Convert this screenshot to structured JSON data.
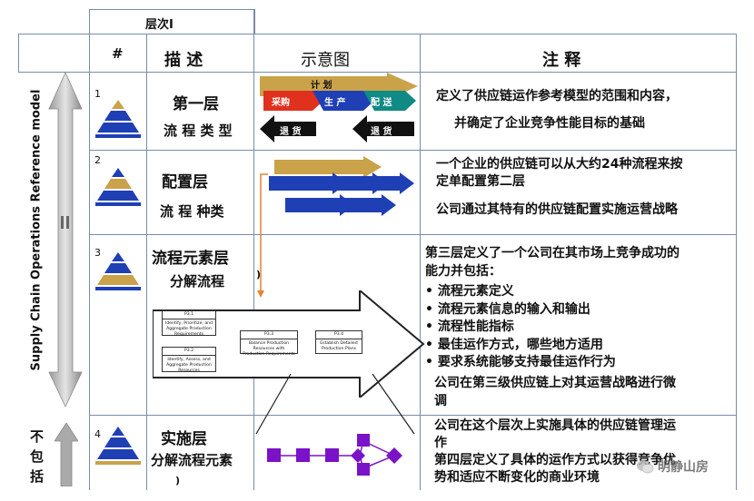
{
  "header": {
    "level_tab": "层次I",
    "col_num": "#",
    "col_desc": "描 述",
    "col_diagram": "示意图",
    "col_note": "注 释"
  },
  "side": {
    "scor_label": "Supply Chain Operations Reference model",
    "not_included": [
      "不",
      "包",
      "括"
    ]
  },
  "rows": [
    {
      "num": "1",
      "title": "第一层",
      "subtitle": "流 程 类 型",
      "notes": [
        "定义了供应链运作参考模型的范围和内容，",
        "并确定了企业竞争性能目标的基础"
      ]
    },
    {
      "num": "2",
      "title": "配置层",
      "subtitle": "流 程 种类",
      "notes": [
        "一个企业的供应链可以从大约24种流程来按",
        "定单配置第二层",
        "公司通过其特有的供应链配置实施运营战略"
      ]
    },
    {
      "num": "3",
      "title": "流程元素层",
      "subtitle": "分解流程",
      "paren": ")",
      "notes": [
        "第三层定义了一个公司在其市场上竞争成功的",
        "能力并包括："
      ],
      "bullets": [
        "流程元素定义",
        "流程元素信息的输入和输出",
        "流程性能指标",
        "最佳运作方式，哪些地方适用",
        "要求系统能够支持最佳运作行为"
      ],
      "notes_tail": [
        "公司在第三级供应链上对其运营战略进行微",
        "调"
      ]
    },
    {
      "num": "4",
      "title": "实施层",
      "subtitle": "分解流程元素",
      "paren": ")",
      "notes": [
        "公司在这个层次上实施具体的供应链管理运",
        "作",
        "第四层定义了具体的运作方式以获得竞争优",
        "势和适应不断变化的商业环境"
      ]
    }
  ],
  "level1_diagram": {
    "plan": "计 划",
    "source": "采购",
    "make": "生 产",
    "deliver": "配 送",
    "return1": "退 货",
    "return2": "退 货"
  },
  "level3_diagram": {
    "p31_code": "P3.1",
    "p31_text": "Identify, Prioritize, and Aggregate Production Requirements",
    "p32_code": "P3.2",
    "p32_text": "Identify, Assess, and Aggregate Production Resources",
    "p33_code": "P3.3",
    "p33_text": "Balance Production Resources with Production Requirements",
    "p34_code": "P3.4",
    "p34_text": "Establish Detailed Production Plans"
  },
  "watermark": "明静山房",
  "colors": {
    "pyramid_blue": "#1f3fb5",
    "pyramid_gold": "#c9a24a",
    "plan_gold": "#c9a24a",
    "source_red": "#e0301e",
    "make_blue": "#1f3fb5",
    "deliver_teal": "#0f8a84",
    "process_purple": "#7a12c8",
    "connector_orange": "#e8822e"
  },
  "icons": [
    "pyramid-icon",
    "double-arrow-icon",
    "up-arrow-icon"
  ]
}
